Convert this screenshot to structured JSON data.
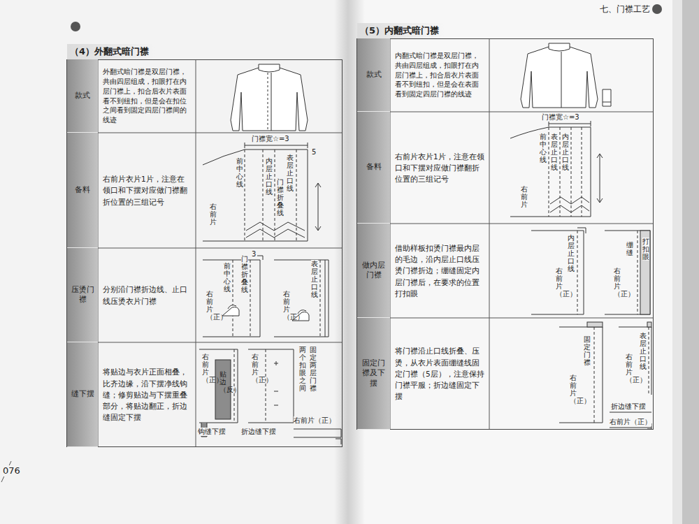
{
  "diagram": {
    "nodes": [
      {
        "text": [
          "（4）外翻式暗门襟"
        ]
      },
      {
        "text": [
          "款式"
        ],
        "in": 0
      },
      {
        "text": [
          "外翻式暗门襟是双层门襟，共由四层组成，扣眼打在内层门襟上，扣合后衣片表面看不到纽扣，但是会在扣位之间看到固定四层门襟间的线迹"
        ],
        "in": 0
      },
      {
        "text": [
          "备料"
        ],
        "in": 0
      },
      {
        "text": [
          "右前片衣片1片，注意在领口和下摆对应做门襟翻折位置的三组记号"
        ],
        "in": 0
      },
      {
        "text": [
          "压烫门襟"
        ],
        "in": 0
      },
      {
        "text": [
          "分别沿门襟折边线、止口线压烫衣片门襟"
        ],
        "in": 0
      },
      {
        "text": [
          "缝下摆"
        ],
        "in": 0
      },
      {
        "text": [
          "将贴边与衣片正面相叠，比齐边缘，沿下摆净线钩缝；修剪贴边与下摆重叠部分，将贴边翻正，折边缝固定下摆"
        ],
        "in": 0
      },
      {
        "text": [
          "（5）内翻式暗门襟"
        ]
      },
      {
        "text": [
          "款式"
        ],
        "in": 9
      },
      {
        "text": [
          "内翻式暗门襟是双层门襟，共由四层组成，扣眼打在内层门襟上，扣合后衣片表面看不到纽扣，但是会在表面看到固定四层门襟的线迹"
        ],
        "in": 9
      },
      {
        "text": [
          "备料"
        ],
        "in": 9
      },
      {
        "text": [
          "右前片衣片1片，注意在领口和下摆对应做门襟翻折位置的三组记号"
        ],
        "in": 9
      },
      {
        "text": [
          "做内层门襟"
        ],
        "in": 9
      },
      {
        "text": [
          "借助样板扣烫门襟最内层的毛边，沿内层止口线压烫门襟折边；绷缝固定内层门襟后，在要求的位置打扣眼"
        ],
        "in": 9
      },
      {
        "text": [
          "固定门襟及下摆"
        ],
        "in": 9
      },
      {
        "text": [
          "将门襟沿止口线折叠、压烫，从衣片表面绷缝线固定门襟（5层），注意保持门襟平服；折边缝固定下摆"
        ],
        "in": 9
      }
    ],
    "labels": [
      "七、门襟工艺",
      "076",
      "门襟宽☆=3",
      "5",
      "前中心线",
      "内层止口线",
      "表层止口线",
      "门襟折叠线",
      "右前片",
      "前中心线",
      "门襟折叠线",
      "3",
      "右前片（正）",
      "表层止口线",
      "右前片（正）",
      "右前片（正）",
      "贴边（反）",
      "钩缝下摆",
      "右前片（正）",
      "折边缝下摆",
      "两个扣眼之间",
      "固定两层门襟",
      "右前片（正）",
      "门襟宽☆=3",
      "前中心线",
      "表层止口线",
      "内层止口线",
      "右前片",
      "内层止口线",
      "右前片（正）",
      "打扣眼",
      "绷缝",
      "右前片（正）",
      "固定门襟",
      "表层止口线",
      "右前片（正）",
      "右前片（正）",
      "折边缝下摆",
      "右前片（正）"
    ]
  }
}
